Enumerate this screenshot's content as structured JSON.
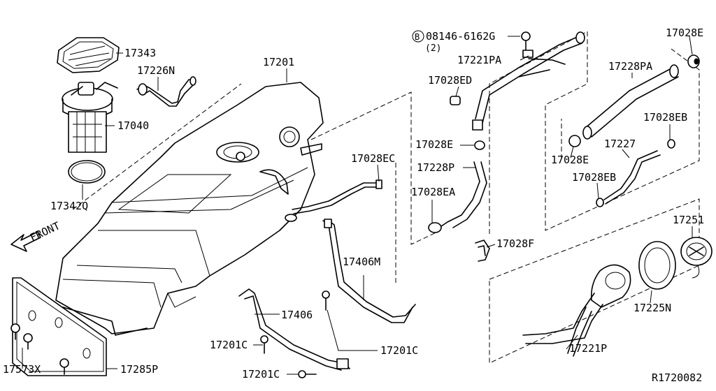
{
  "labels": {
    "p17343": "17343",
    "p17226N": "17226N",
    "p17040": "17040",
    "p17342Q": "17342Q",
    "p17201": "17201",
    "p17028EC": "17028EC",
    "p17406M": "17406M",
    "p17406": "17406",
    "p17201C_a": "17201C",
    "p17201C_b": "17201C",
    "p17201C_c": "17201C",
    "p17573X": "17573X",
    "p17285P": "17285P",
    "bolt_circle": "B",
    "bolt": "08146-6162G",
    "bolt_qty": "(2)",
    "p17221PA": "17221PA",
    "p17028ED": "17028ED",
    "p17028E_a": "17028E",
    "p17228P": "17228P",
    "p17028EA": "17028EA",
    "p17028F": "17028F",
    "p17028E_b": "17028E",
    "p17228PA": "17228PA",
    "p17028E_c": "17028E",
    "p17028EB_a": "17028EB",
    "p17227": "17227",
    "p17028EB_b": "17028EB",
    "p17251": "17251",
    "p17225N": "17225N",
    "p17221P": "17221P",
    "front": "FRONT",
    "ref": "R1720082"
  }
}
